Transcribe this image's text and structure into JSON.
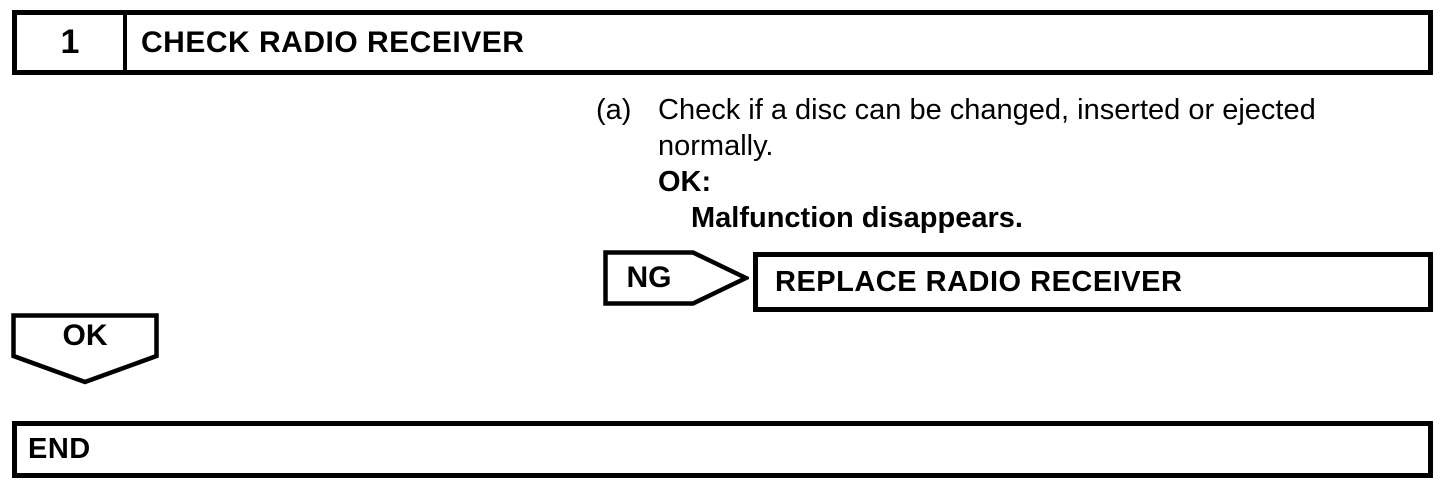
{
  "colors": {
    "ink": "#000000",
    "paper": "#ffffff"
  },
  "step_box": {
    "number": "1",
    "title": "CHECK RADIO RECEIVER"
  },
  "instruction": {
    "marker": "(a)",
    "line1": "Check if a disc can be changed, inserted or ejected",
    "line2": "normally.",
    "ok_heading": "OK:",
    "ok_detail": "Malfunction disappears."
  },
  "ng_branch": {
    "label": "NG",
    "action": "REPLACE RADIO RECEIVER"
  },
  "ok_branch": {
    "label": "OK"
  },
  "end_box": {
    "label": "END"
  }
}
